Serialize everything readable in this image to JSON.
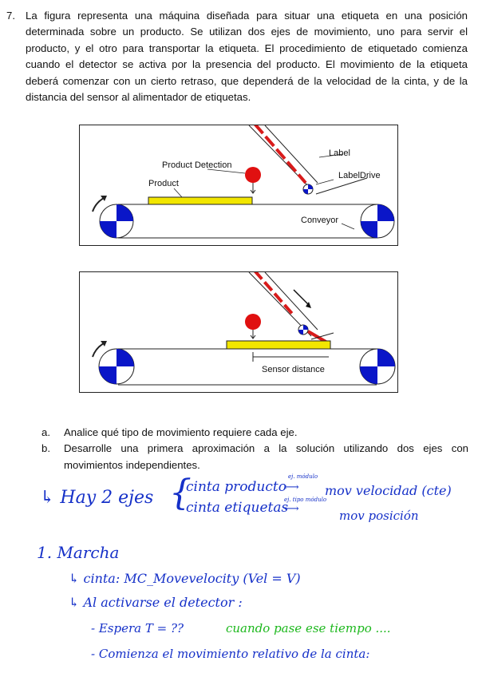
{
  "exercise": {
    "number": "7.",
    "text": "La figura representa una máquina diseñada para situar una etiqueta en una posición determinada sobre un producto.  Se utilizan dos ejes de movimiento, uno para servir el producto,  y el otro para transportar la etiqueta.  El procedimiento de etiquetado comienza cuando el detector se activa por la presencia del producto. El movimiento de la etiqueta deberá comenzar con un cierto retraso, que dependerá de la velocidad de la cinta, y de la distancia del sensor al alimentador de etiquetas."
  },
  "figure1": {
    "label_label": "Label",
    "label_drive": "LabelDrive",
    "product_detection": "Product Detection",
    "product": "Product",
    "conveyor": "Conveyor"
  },
  "figure2": {
    "sensor_distance": "Sensor distance"
  },
  "questions": [
    {
      "marker": "a.",
      "text": "Analice qué tipo de movimiento requiere cada eje."
    },
    {
      "marker": "b.",
      "text": "Desarrolle una primera aproximación a la solución utilizando dos ejes con movimientos independientes."
    }
  ],
  "handwritten": {
    "hay": "↳ Hay  2 ejes",
    "brace": "{",
    "cinta_producto": "cinta   producto",
    "cinta_etiquetas": "cinta   etiquetas",
    "ej_modulo": "ej. módulo",
    "ej_tipo_modulo": "ej. tipo módulo",
    "mov_velocidad": "mov   velocidad   (cte)",
    "mov_posicion": "mov   posición",
    "marcha": "1. Marcha",
    "cinta_mc": "↳ cinta:  MC_Movevelocity   (Vel = V)",
    "al_activarse": "↳ Al   activarse   el   detector :",
    "espera": "- Espera   T = ??",
    "cuando": "cuando   pase   ese  tiempo  ....",
    "comienza": "- Comienza   el   movimiento   relativo   de   la   cinta:"
  },
  "colors": {
    "ink_blue": "#1530c8",
    "ink_green": "#1db81d",
    "product_yellow": "#f2e600",
    "sensor_red": "#e01010",
    "label_red": "#d81b1b",
    "wheel_blue": "#0a16c8"
  }
}
